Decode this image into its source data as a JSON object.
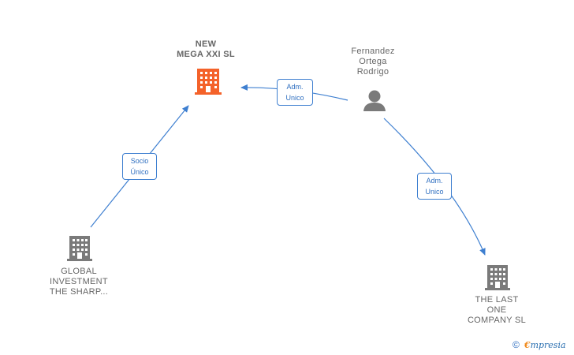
{
  "nodes": {
    "new_mega": {
      "name_lines": [
        "NEW",
        "MEGA XXI  SL"
      ],
      "color": "#f4622a",
      "icon": "building-icon"
    },
    "fernandez": {
      "name_lines": [
        "Fernandez",
        "Ortega",
        "Rodrigo"
      ],
      "color": "#7a7a7a",
      "icon": "person-icon"
    },
    "global": {
      "name_lines": [
        "GLOBAL",
        "INVESTMENT",
        "THE SHARP..."
      ],
      "color": "#7a7a7a",
      "icon": "building-icon"
    },
    "last_one": {
      "name_lines": [
        "THE LAST",
        "ONE",
        "COMPANY  SL"
      ],
      "color": "#7a7a7a",
      "icon": "building-icon"
    }
  },
  "edges": {
    "fernandez_to_newmega": {
      "label_lines": [
        "Adm.",
        "Unico"
      ]
    },
    "global_to_newmega": {
      "label_lines": [
        "Socio",
        "Único"
      ]
    },
    "fernandez_to_lastone": {
      "label_lines": [
        "Adm.",
        "Unico"
      ]
    }
  },
  "colors": {
    "edge": "#3e7fd0",
    "label_text": "#666666"
  },
  "footer": {
    "copyright_symbol": "©",
    "brand_first": "€",
    "brand_rest": "mpresia"
  }
}
